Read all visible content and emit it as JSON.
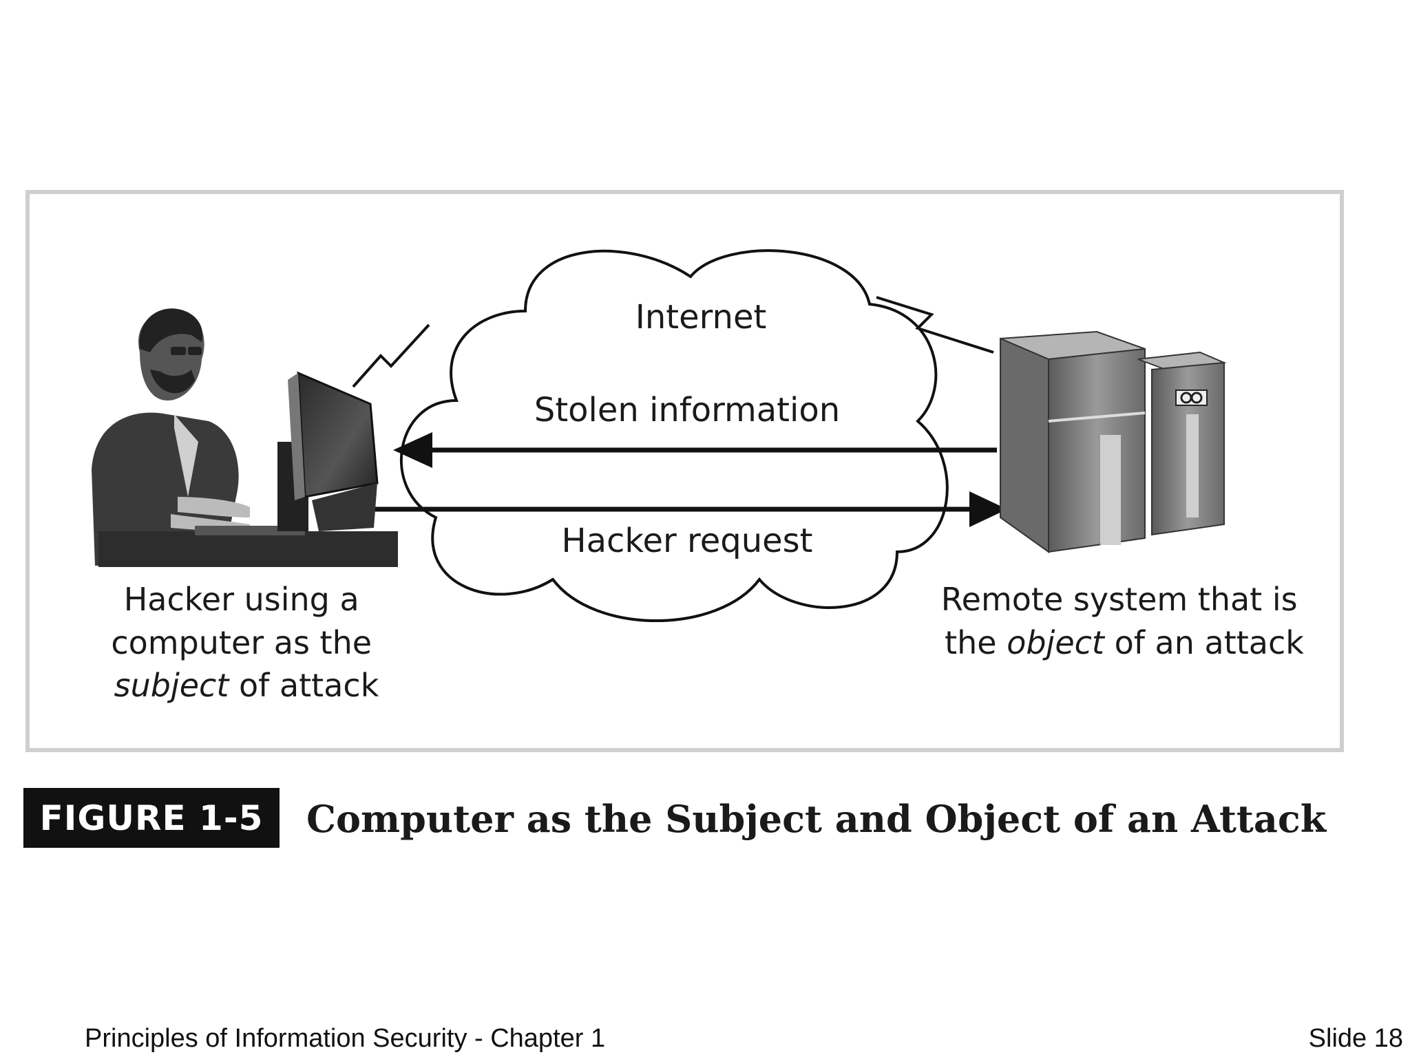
{
  "figure": {
    "cloud_label": "Internet",
    "arrow_top_label": "Stolen information",
    "arrow_bottom_label": "Hacker request",
    "left_caption": {
      "line1": "Hacker using a",
      "line2": "computer as the",
      "line3_italic": "subject",
      "line3_rest": " of attack"
    },
    "right_caption": {
      "line1": "Remote system that is",
      "line2_pre": "the ",
      "line2_italic": "object",
      "line2_post": " of an attack"
    },
    "icons": {
      "hacker": "hacker-person-icon",
      "monitor": "computer-monitor-icon",
      "server": "server-tower-icon",
      "cloud": "internet-cloud-icon",
      "bolt": "lightning-bolt-icon"
    }
  },
  "caption": {
    "figure_number": "FIGURE 1-5",
    "title": "Computer as the Subject and Object of an Attack"
  },
  "footer": {
    "left": "Principles of Information Security - Chapter 1",
    "right": "Slide 18"
  },
  "colors": {
    "frame_border": "#cfcfcf",
    "caption_box": "#111111",
    "line": "#111111"
  }
}
